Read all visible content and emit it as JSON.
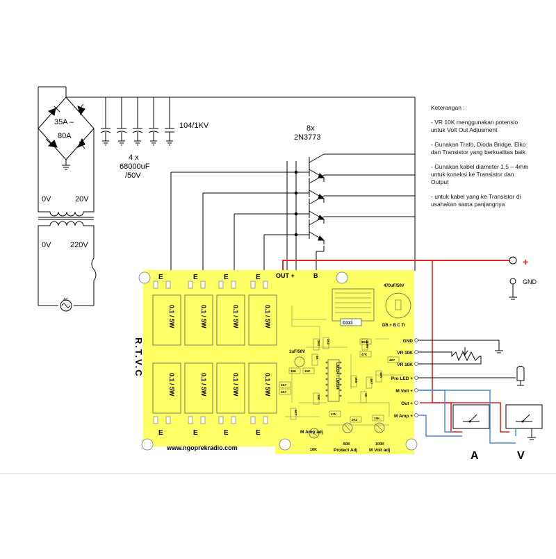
{
  "supply": {
    "bridge_rating": [
      "35A –",
      "80A"
    ],
    "capacitor_small": "104/1KV",
    "capacitor_bank": [
      "4 x",
      "68000uF",
      "/50V"
    ],
    "secondary_left": "0V",
    "secondary_right": "20V",
    "primary_left": "0V",
    "primary_right": "220V",
    "ac_symbol": "AC"
  },
  "transistors": {
    "count": "8x",
    "part": "2N3773"
  },
  "notes": {
    "heading": "Keterangan :",
    "items": [
      "- VR 10K menggunakan potensio\nuntuk Volt Out Adjusment",
      "- Gunakan Trafo, Dioda Bridge, Elko\ndan Transistor yang berkualitas baik",
      "- Gunakan kabel diameter 1,5 – 4mm\nuntuk koneksi ke Transistor dan\nOutput",
      "- untuk kabel yang ke Transistor di\nusahakan sama panjangnya"
    ]
  },
  "pcb": {
    "emitter_label": "E",
    "resistor_label": "0.1 / 5W",
    "brand_vertical": "R.T.V.C",
    "website": "www.ngoprekradio.com",
    "out_plus": "OUT +",
    "base": "B",
    "cap_470": "470uF/50V",
    "bridge_label": "DB + B C Tr",
    "ic_label": "D313",
    "cap_1u": "1uF/50V",
    "opamp": "LM324 / LM324",
    "terminals": [
      "GND",
      "VR 10K",
      "VR 10K",
      "Pro LED +",
      "M Volt +",
      "Out +",
      "M Amp +"
    ],
    "m_amp_adj": "M Amp adj",
    "protect_adj": "Protect Adj",
    "m_volt_adj": "M Volt adj",
    "pot_50k": "50K",
    "pot_100k_a": "10K",
    "pot_100k_b": "100K",
    "small_parts": [
      "8K2",
      "47K",
      "4K7",
      "4K7",
      "4K7",
      "15K",
      "47K",
      "2K2",
      "10K",
      "1K",
      "1K5",
      "15K",
      "4K7",
      "10K",
      "10K",
      "1K",
      "4K7",
      "2K2",
      "ZD9V",
      "2K2"
    ]
  },
  "outputs": {
    "plus": "+",
    "gnd": "GND",
    "ammeter": "A",
    "voltmeter": "V"
  },
  "colors": {
    "pcb_yellow": "#ffff66",
    "wire_red": "#e32222",
    "wire_blue": "#4a8ad6",
    "ink": "#000000"
  }
}
